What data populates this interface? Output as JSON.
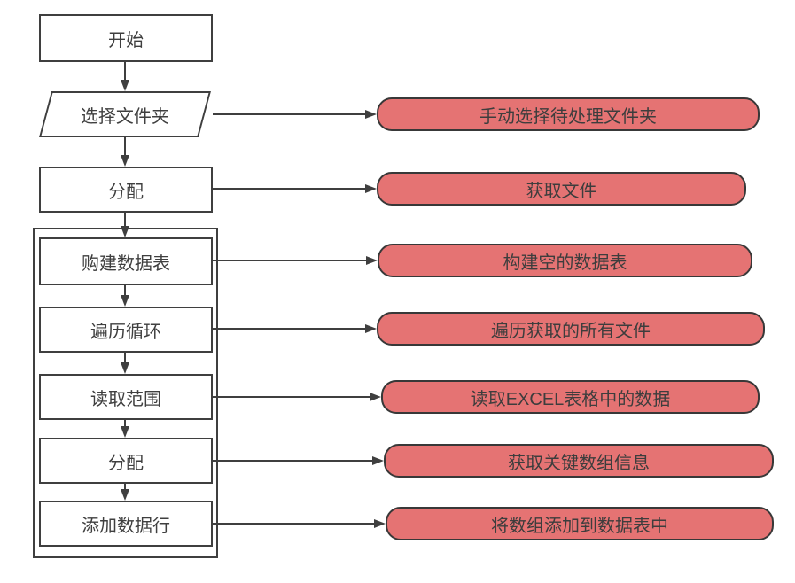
{
  "diagram": {
    "start_label": "开始",
    "steps": [
      {
        "label": "选择文件夹",
        "shape": "parallelogram",
        "annotation": "手动选择待处理文件夹",
        "in_loop": false
      },
      {
        "label": "分配",
        "shape": "rectangle",
        "annotation": "获取文件",
        "in_loop": false
      },
      {
        "label": "购建数据表",
        "shape": "rectangle",
        "annotation": "构建空的数据表",
        "in_loop": true
      },
      {
        "label": "遍历循环",
        "shape": "rectangle",
        "annotation": "遍历获取的所有文件",
        "in_loop": true
      },
      {
        "label": "读取范围",
        "shape": "rectangle",
        "annotation": "读取EXCEL表格中的数据",
        "in_loop": true
      },
      {
        "label": "分配",
        "shape": "rectangle",
        "annotation": "获取关键数组信息",
        "in_loop": true
      },
      {
        "label": "添加数据行",
        "shape": "rectangle",
        "annotation": "将数组添加到数据表中",
        "in_loop": true
      }
    ],
    "colors": {
      "annotation_fill": "#e57373",
      "annotation_border": "#383838",
      "node_fill": "#ffffff",
      "node_border": "#3f3f3f",
      "text": "#3f3f3f",
      "arrow": "#3f3f3f",
      "background": "#ffffff"
    }
  }
}
